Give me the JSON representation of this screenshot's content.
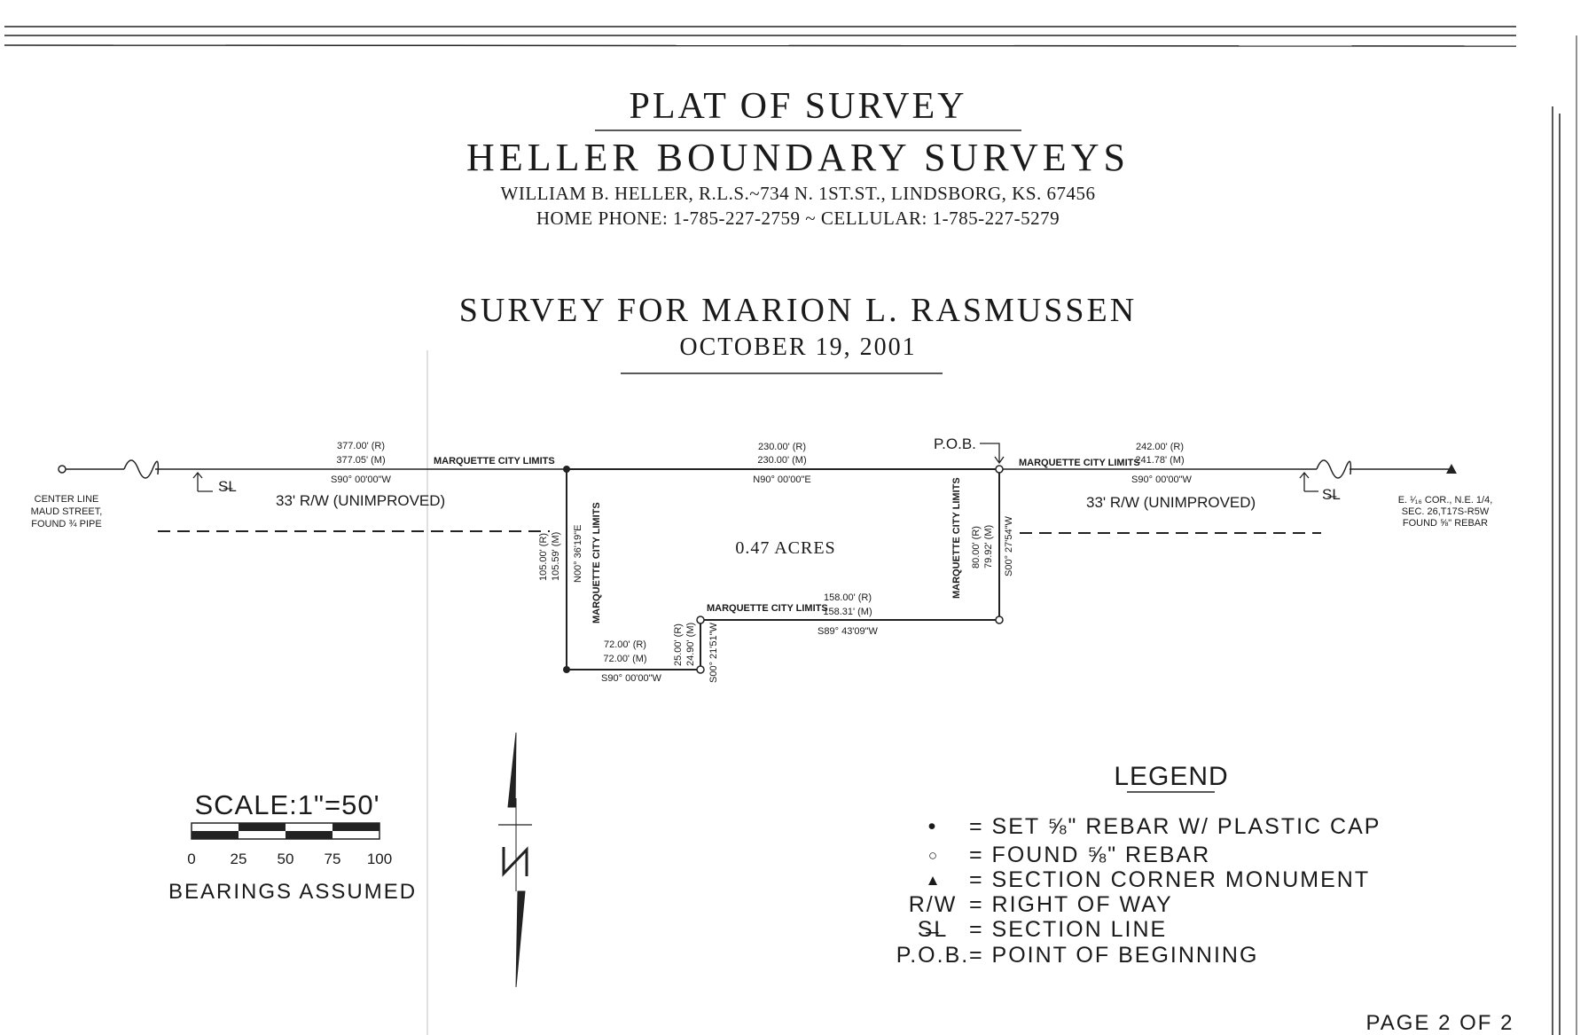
{
  "header": {
    "title": "PLAT OF SURVEY",
    "company": "HELLER BOUNDARY SURVEYS",
    "address": "WILLIAM  B. HELLER, R.L.S.~734  N. 1ST.ST., LINDSBORG, KS. 67456",
    "phones": "HOME  PHONE: 1-785-227-2759  ~  CELLULAR: 1-785-227-5279",
    "survey_for": "SURVEY  FOR  MARION  L. RASMUSSEN",
    "date": "OCTOBER 19, 2001"
  },
  "plat": {
    "left_end": {
      "line1": "CENTER  LINE",
      "line2": "MAUD  STREET,",
      "line3": "FOUND  ¾  PIPE"
    },
    "right_end": {
      "line1": "E. ¹⁄₁₆  COR., N.E. 1/4,",
      "line2": "SEC. 26,T17S-R5W",
      "line3": "FOUND  ⅝\" REBAR"
    },
    "pob": "P.O.B.",
    "section_line_symbol": "S̶L",
    "acres": "0.47 ACRES",
    "city_limits": "MARQUETTE CITY LIMITS",
    "row_left": "33' R/W  (UNIMPROVED)",
    "row_right": "33' R/W  (UNIMPROVED)",
    "top_left": {
      "r": "377.00' (R)",
      "m": "377.05' (M)",
      "bearing": "S90° 00'00\"W"
    },
    "top_mid": {
      "r": "230.00' (R)",
      "m": "230.00' (M)",
      "bearing": "N90° 00'00\"E"
    },
    "top_right": {
      "r": "242.00' (R)",
      "m": "241.78' (M)",
      "bearing": "S90° 00'00\"W"
    },
    "west": {
      "r": "105.00' (R)",
      "m": "105.59' (M)",
      "bearing": "N00° 36'19\"E"
    },
    "east": {
      "r": "80.00' (R)",
      "m": "79.92' (M)",
      "bearing": "S00° 27'54\"W"
    },
    "south_mid": {
      "r": "158.00' (R)",
      "m": "158.31' (M)",
      "bearing": "S89° 43'09\"W"
    },
    "step": {
      "r": "25.00' (R)",
      "m": "24.90' (M)",
      "bearing": "S00° 21'51\"W"
    },
    "south_left": {
      "r": "72.00' (R)",
      "m": "72.00' (M)",
      "bearing": "S90° 00'00\"W"
    }
  },
  "scale": {
    "label": "SCALE:1\"=50'",
    "ticks": [
      "0",
      "25",
      "50",
      "75",
      "100"
    ],
    "note": "BEARINGS  ASSUMED"
  },
  "legend": {
    "title": "LEGEND",
    "items": [
      {
        "symbol": "•",
        "text": "=  SET  ⅝\"  REBAR  W/  PLASTIC  CAP"
      },
      {
        "symbol": "○",
        "text": "=  FOUND  ⅝\"  REBAR"
      },
      {
        "symbol": "▲",
        "text": "=  SECTION  CORNER  MONUMENT"
      },
      {
        "symbol": "R/W",
        "text": "=  RIGHT  OF  WAY"
      },
      {
        "symbol": "S̶L",
        "text": "=  SECTION  LINE"
      },
      {
        "symbol": "P.O.B.",
        "text": "=  POINT  OF  BEGINNING"
      }
    ]
  },
  "footer": {
    "page": "PAGE  2  OF  2"
  }
}
